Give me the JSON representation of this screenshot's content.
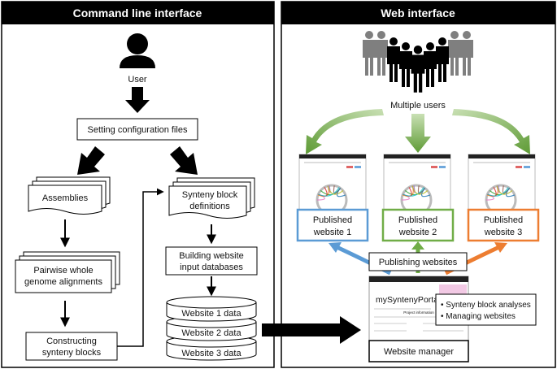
{
  "left_panel": {
    "title": "Command line interface",
    "user_label": "User",
    "setting_config": "Setting configuration files",
    "assemblies": "Assemblies",
    "pairwise": [
      "Pairwise whole",
      "genome alignments"
    ],
    "constructing": [
      "Constructing",
      "synteny blocks"
    ],
    "synteny_defs": [
      "Synteny block",
      "definitions"
    ],
    "building": [
      "Building website",
      "input databases"
    ],
    "databases": [
      "Website 1 data",
      "Website 2 data",
      "Website 3 data"
    ]
  },
  "right_panel": {
    "title": "Web interface",
    "multiple_users": "Multiple users",
    "published": [
      {
        "line1": "Published",
        "line2": "website 1",
        "color": "#5b9bd5"
      },
      {
        "line1": "Published",
        "line2": "website 2",
        "color": "#70ad47"
      },
      {
        "line1": "Published",
        "line2": "website 3",
        "color": "#ed7d31"
      }
    ],
    "publishing": "Publishing websites",
    "portal_title": "mySyntenyPortal",
    "portal_section": "Project information",
    "bullets": [
      "Synteny block analyses",
      "Managing websites"
    ],
    "website_manager": "Website manager"
  },
  "colors": {
    "header_bg": "#000000",
    "green_arrow": "#70ad47",
    "blue_arrow": "#5b9bd5",
    "orange_arrow": "#ed7d31",
    "people_gray": "#7f7f7f"
  }
}
